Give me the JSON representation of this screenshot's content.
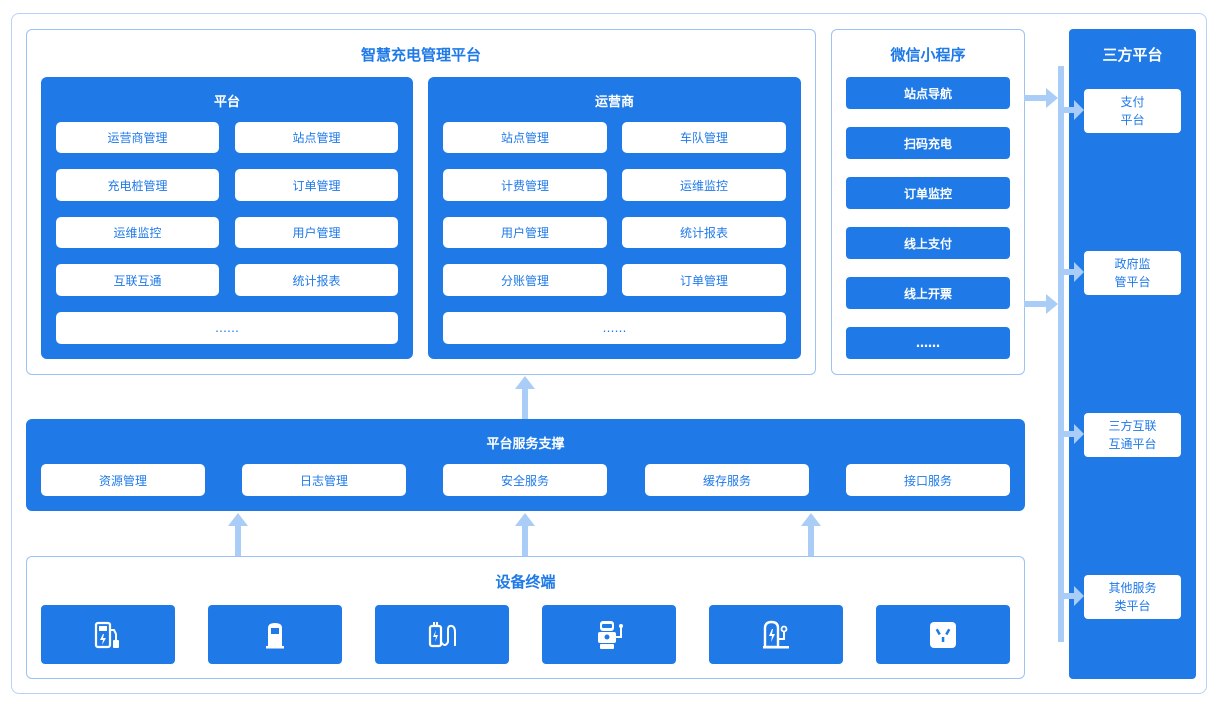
{
  "platform": {
    "title": "智慧充电管理平台",
    "left": {
      "title": "平台",
      "items": [
        "运营商管理",
        "站点管理",
        "充电桩管理",
        "订单管理",
        "运维监控",
        "用户管理",
        "互联互通",
        "统计报表"
      ],
      "more": "……"
    },
    "right": {
      "title": "运营商",
      "items": [
        "站点管理",
        "车队管理",
        "计费管理",
        "运维监控",
        "用户管理",
        "统计报表",
        "分账管理",
        "订单管理"
      ],
      "more": "……"
    }
  },
  "wechat": {
    "title": "微信小程序",
    "items": [
      "站点导航",
      "扫码充电",
      "订单监控",
      "线上支付",
      "线上开票"
    ],
    "more": "……"
  },
  "third_party": {
    "title": "三方平台",
    "items": [
      "支付\n平台",
      "政府监\n管平台",
      "三方互联\n互通平台",
      "其他服务\n类平台"
    ]
  },
  "service": {
    "title": "平台服务支撑",
    "items": [
      "资源管理",
      "日志管理",
      "安全服务",
      "缓存服务",
      "接口服务"
    ]
  },
  "devices": {
    "title": "设备终端",
    "icons": [
      "fuel-charger-icon",
      "charging-pile-icon",
      "plug-cable-icon",
      "robot-charger-icon",
      "ev-charger-icon",
      "power-socket-icon"
    ]
  },
  "colors": {
    "primary": "#1f7ae8",
    "arrow": "#a9cdf6",
    "border": "#9cc3f1"
  }
}
